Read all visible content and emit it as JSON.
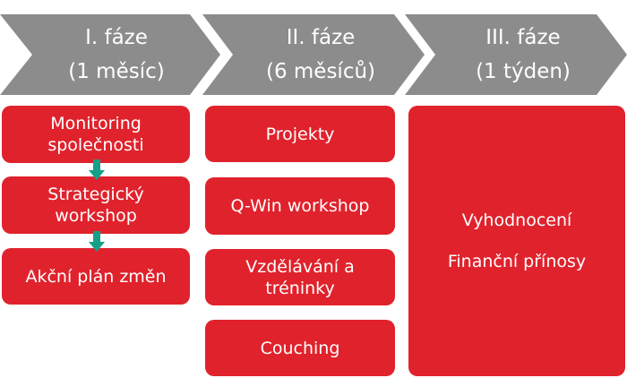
{
  "phases": [
    {
      "title": "I. fáze",
      "duration": "(1 měsíc)"
    },
    {
      "title": "II. fáze",
      "duration": "(6 měsíců)"
    },
    {
      "title": "III. fáze",
      "duration": "(1 týden)"
    }
  ],
  "phase1": {
    "boxes": [
      "Monitoring společnosti",
      "Strategický workshop",
      "Akční plán změn"
    ]
  },
  "phase2": {
    "boxes": [
      "Projekty",
      "Q-Win workshop",
      "Vzdělávání a tréninky",
      "Couching"
    ]
  },
  "phase3": {
    "lines": [
      "Vyhodnocení",
      "Finanční přínosy"
    ]
  },
  "colors": {
    "chevron": "#8c8c8c",
    "box": "#e0222c",
    "arrow": "#14a089"
  }
}
